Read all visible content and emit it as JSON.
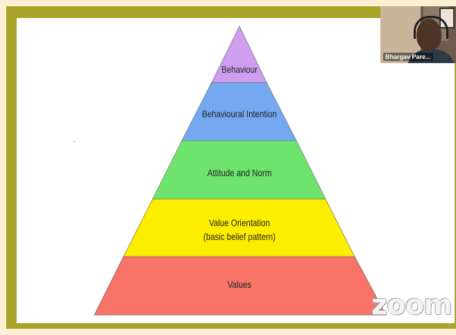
{
  "pyramid": {
    "levels": [
      {
        "label": "Behaviour",
        "color": "#cf9ef0"
      },
      {
        "label": "Behavioural Intention",
        "color": "#74a9f2"
      },
      {
        "label": "Attitude and Norm",
        "color": "#6ee36d"
      },
      {
        "label": "Value Orientation",
        "label_line2": "(basic belief pattern)",
        "color": "#fdee00"
      },
      {
        "label": "Values",
        "color": "#f87469"
      }
    ]
  },
  "webcam": {
    "participant_name": "Bhargav Pare..."
  },
  "watermark": {
    "text": "zoom"
  },
  "colors": {
    "frame": "#a9a32a",
    "background": "#fbf0d4"
  }
}
